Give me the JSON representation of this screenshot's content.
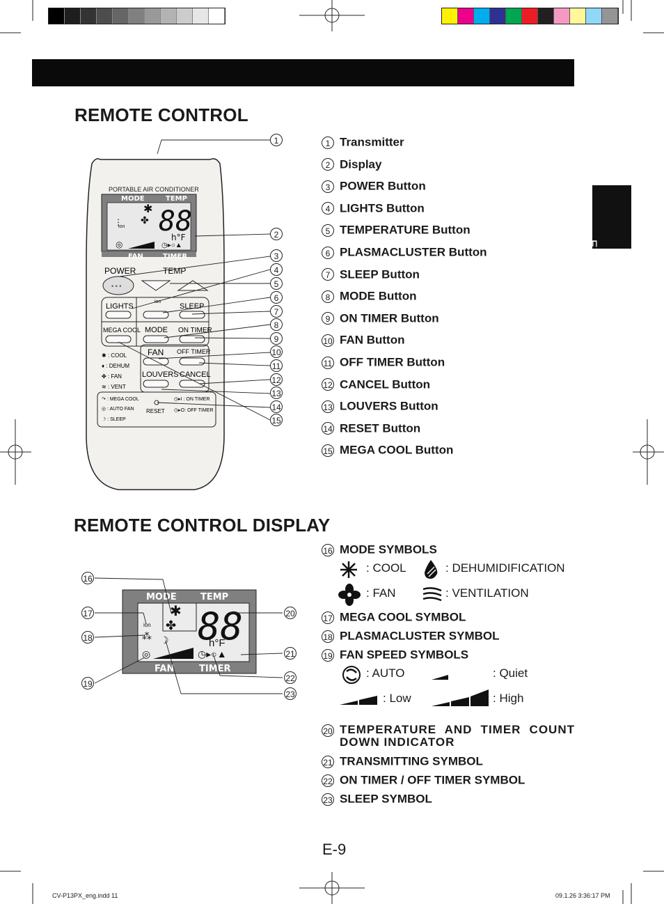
{
  "section_remote": {
    "title": "REMOTE CONTROL",
    "items": [
      {
        "num": "1",
        "label": "Transmitter"
      },
      {
        "num": "2",
        "label": "Display"
      },
      {
        "num": "3",
        "label": "POWER Button"
      },
      {
        "num": "4",
        "label": "LIGHTS Button"
      },
      {
        "num": "5",
        "label": "TEMPERATURE Button"
      },
      {
        "num": "6",
        "label": "PLASMACLUSTER Button"
      },
      {
        "num": "7",
        "label": "SLEEP Button"
      },
      {
        "num": "8",
        "label": "MODE Button"
      },
      {
        "num": "9",
        "label": "ON TIMER Button"
      },
      {
        "num": "10",
        "label": "FAN Button"
      },
      {
        "num": "11",
        "label": "OFF TIMER Button"
      },
      {
        "num": "12",
        "label": "CANCEL Button"
      },
      {
        "num": "13",
        "label": "LOUVERS Button"
      },
      {
        "num": "14",
        "label": "RESET Button"
      },
      {
        "num": "15",
        "label": "MEGA COOL Button"
      }
    ]
  },
  "remote": {
    "header": "PORTABLE AIR CONDITIONER",
    "mode": "MODE",
    "temp": "TEMP",
    "fan": "FAN",
    "timer": "TIMER",
    "power": "POWER",
    "temp_btn": "TEMP",
    "lights": "LIGHTS",
    "sleep": "SLEEP",
    "mega_cool": "MEGA COOL",
    "mode_btn": "MODE",
    "on_timer": "ON TIMER",
    "fan_btn": "FAN",
    "off_timer": "OFF TIMER",
    "louvers": "LOUVERS",
    "cancel": "CANCEL",
    "reset": "RESET",
    "legend_cool": ": COOL",
    "legend_dehum": ": DEHUM",
    "legend_fan": ": FAN",
    "legend_vent": ": VENT",
    "legend_megacool": ": MEGA COOL",
    "legend_autofan": ": AUTO FAN",
    "legend_sleep": ": SLEEP",
    "legend_ontimer": "I : ON TIMER",
    "legend_offtimer": "O: OFF TIMER",
    "digits": "88",
    "unit": "h°F",
    "ion": "ion"
  },
  "section_display": {
    "title": "REMOTE CONTROL DISPLAY",
    "mode_symbols": {
      "num": "16",
      "label": "MODE SYMBOLS"
    },
    "cool": ": COOL",
    "dehum": ": DEHUMIDIFICATION",
    "fan": ": FAN",
    "vent": ": VENTILATION",
    "items_a": [
      {
        "num": "17",
        "label": "MEGA COOL SYMBOL"
      },
      {
        "num": "18",
        "label": "PLASMACLUSTER SYMBOL"
      },
      {
        "num": "19",
        "label": "FAN SPEED SYMBOLS"
      }
    ],
    "auto": ": AUTO",
    "quiet": ": Quiet",
    "low": ": Low",
    "high": ": High",
    "item20": {
      "num": "20",
      "label": "TEMPERATURE AND TIMER COUNT DOWN INDICATOR"
    },
    "items_b": [
      {
        "num": "21",
        "label": "TRANSMITTING SYMBOL"
      },
      {
        "num": "22",
        "label": "ON TIMER / OFF TIMER SYMBOL"
      },
      {
        "num": "23",
        "label": "SLEEP SYMBOL"
      }
    ]
  },
  "side_tab": "ENGLISH",
  "page_number": "E-9",
  "footer_left": "CV-P13PX_eng.indd   11",
  "footer_right": "09.1.26   3:36:17 PM",
  "colors": {
    "lcd": "#808080",
    "remote_body": "#f3f1ee",
    "bar": "#0a0a0a"
  }
}
